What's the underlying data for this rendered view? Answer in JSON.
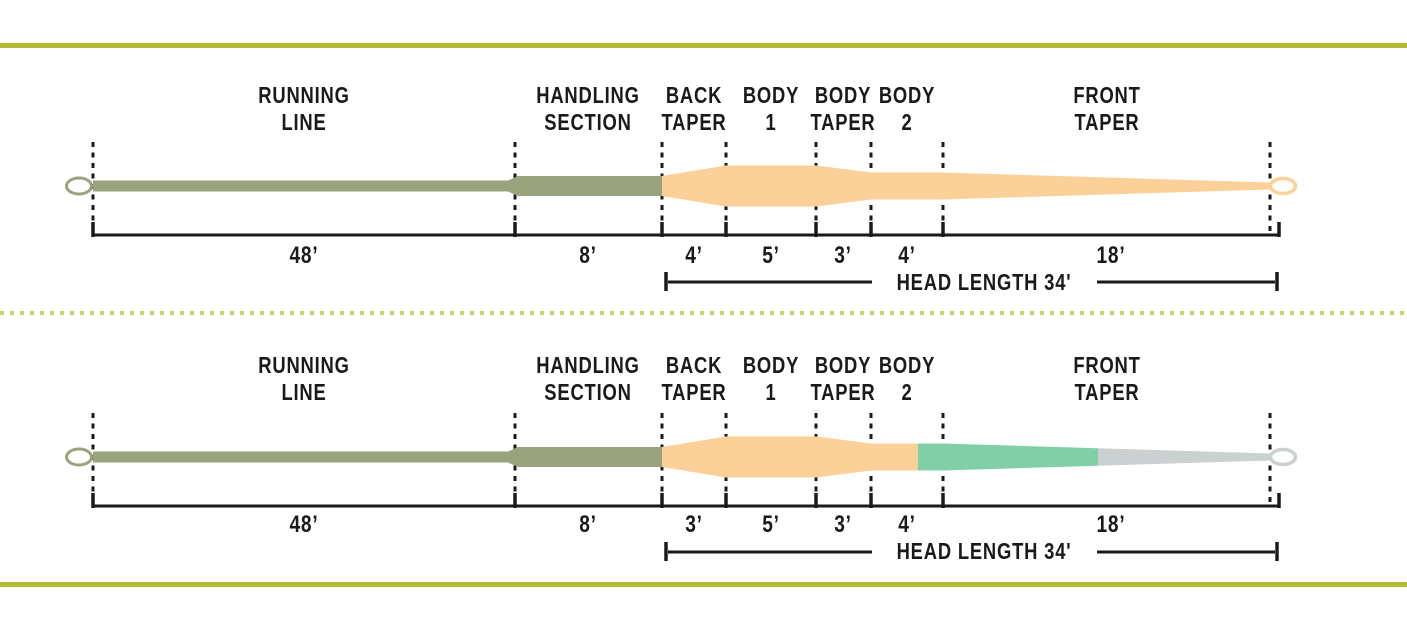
{
  "colors": {
    "accent": "#b1bc33",
    "divider_dots": "#c8d06e",
    "olive": "#99a37d",
    "orange": "#fbd199",
    "teal": "#80cfa6",
    "gray": "#cbd0d1",
    "ink": "#1a1a1a"
  },
  "diagrams": [
    {
      "id": "line-1",
      "sections": [
        {
          "line1": "RUNNING",
          "line2": "LINE",
          "length": "48’"
        },
        {
          "line1": "HANDLING",
          "line2": "SECTION",
          "length": "8’"
        },
        {
          "line1": "BACK",
          "line2": "TAPER",
          "length": "4’"
        },
        {
          "line1": "BODY",
          "line2": "1",
          "length": "5’"
        },
        {
          "line1": "BODY",
          "line2": "TAPER",
          "length": "3’"
        },
        {
          "line1": "BODY",
          "line2": "2",
          "length": "4’"
        },
        {
          "line1": "FRONT",
          "line2": "TAPER",
          "length": "18’"
        }
      ],
      "head_label": "HEAD LENGTH 34'"
    },
    {
      "id": "line-2",
      "sections": [
        {
          "line1": "RUNNING",
          "line2": "LINE",
          "length": "48’"
        },
        {
          "line1": "HANDLING",
          "line2": "SECTION",
          "length": "8’"
        },
        {
          "line1": "BACK",
          "line2": "TAPER",
          "length": "3’"
        },
        {
          "line1": "BODY",
          "line2": "1",
          "length": "5’"
        },
        {
          "line1": "BODY",
          "line2": "TAPER",
          "length": "3’"
        },
        {
          "line1": "BODY",
          "line2": "2",
          "length": "4’"
        },
        {
          "line1": "FRONT",
          "line2": "TAPER",
          "length": "18’"
        }
      ],
      "head_label": "HEAD LENGTH 34'"
    }
  ],
  "diagram_data": {
    "type": "fly-line-taper-profiles",
    "sections": [
      "RUNNING LINE",
      "HANDLING SECTION",
      "BACK TAPER",
      "BODY 1",
      "BODY TAPER",
      "BODY 2",
      "FRONT TAPER"
    ],
    "line1_lengths_ft": [
      48,
      8,
      4,
      5,
      3,
      4,
      18
    ],
    "line2_lengths_ft": [
      48,
      8,
      3,
      5,
      3,
      4,
      18
    ],
    "head_length_ft": 34,
    "line1_segment_colors": [
      "olive",
      "olive",
      "orange",
      "orange",
      "orange",
      "orange",
      "orange"
    ],
    "line2_segment_colors": [
      "olive",
      "olive",
      "orange",
      "orange",
      "orange",
      "orange-then-teal",
      "teal-then-gray"
    ]
  }
}
